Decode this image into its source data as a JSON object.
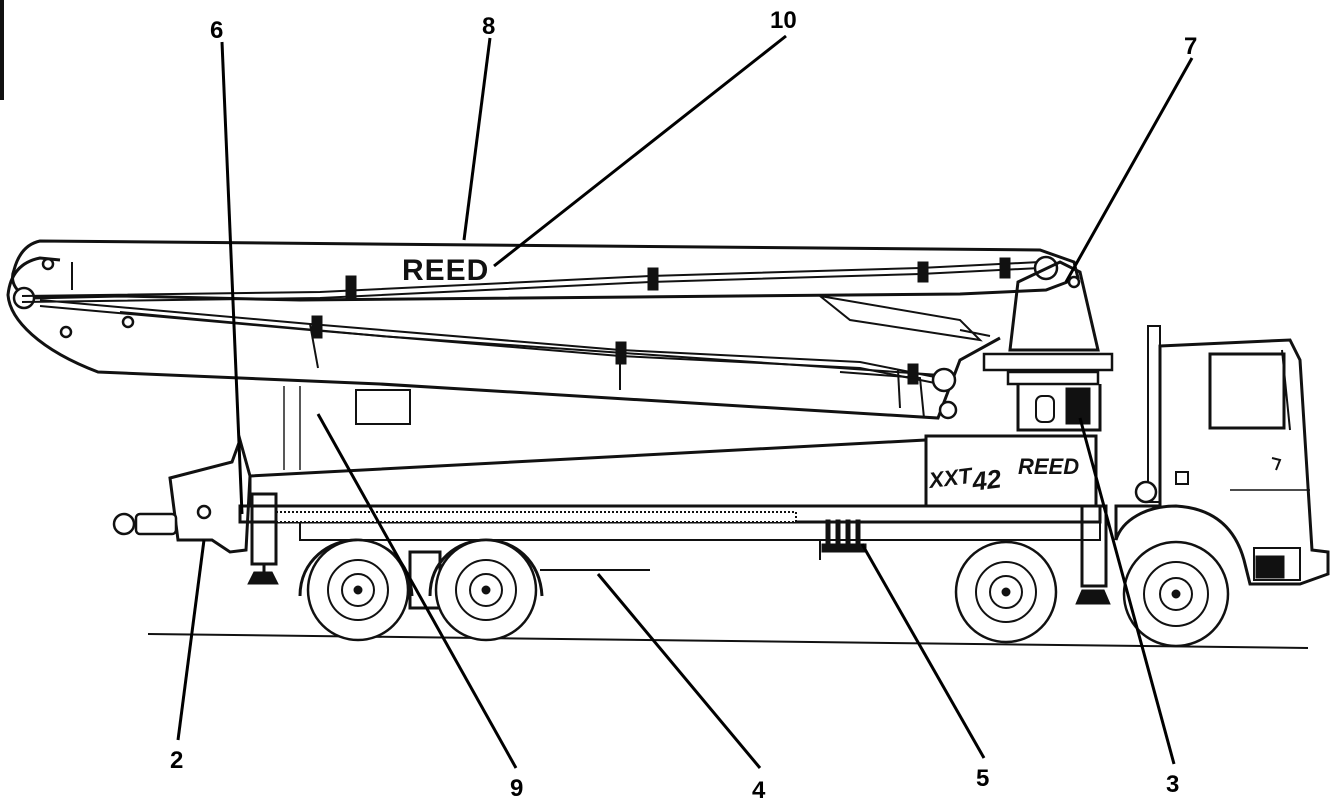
{
  "callouts": [
    {
      "id": "c2",
      "number": "2"
    },
    {
      "id": "c3",
      "number": "3"
    },
    {
      "id": "c4",
      "number": "4"
    },
    {
      "id": "c5",
      "number": "5"
    },
    {
      "id": "c6",
      "number": "6"
    },
    {
      "id": "c7",
      "number": "7"
    },
    {
      "id": "c8",
      "number": "8"
    },
    {
      "id": "c9",
      "number": "9"
    },
    {
      "id": "c10",
      "number": "10"
    }
  ],
  "boom_logo": "REED",
  "model_badge": "XXT",
  "model_number": "42",
  "cab_brand_mark": "REED"
}
